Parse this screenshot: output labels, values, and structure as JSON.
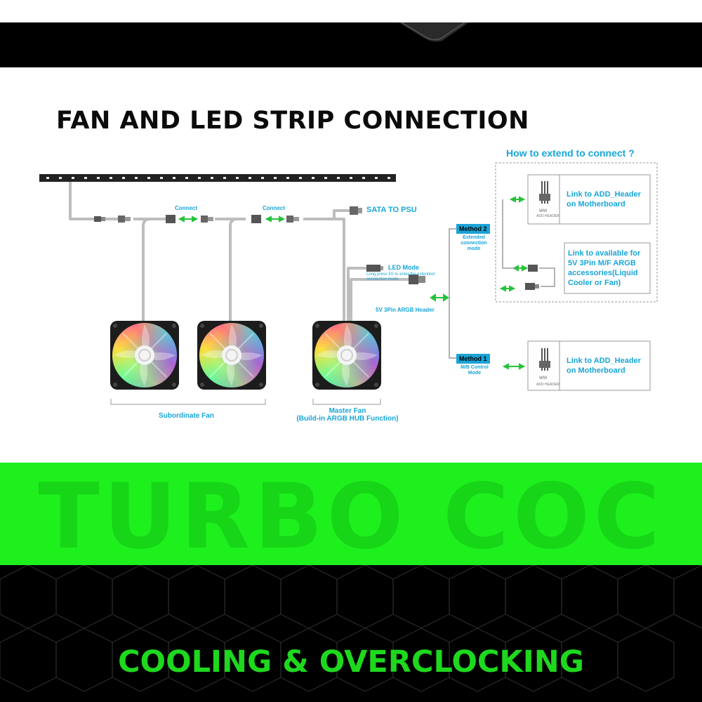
{
  "title": "FAN AND LED STRIP CONNECTION",
  "extend_title": "How to extend to connect ?",
  "connect_label": "Connect",
  "sata_label": "SATA TO PSU",
  "led_mode_label": "LED Mode",
  "led_mode_note": "Long press 5S to enter the extended connection mode",
  "argb_header_label": "5V 3Pin ARGB Header",
  "method2": {
    "tag": "Method 2",
    "sub": "Extended connection mode"
  },
  "method1": {
    "tag": "Method 1",
    "sub": "M/B Control Mode"
  },
  "box_add_header_1": "Link to ADD_Header on Motherboard",
  "box_accessories": "Link to available for 5V 3Pin M/F ARGB accessories(Liquid Cooler or Fan)",
  "box_add_header_2": "Link to ADD_Header on Motherboard",
  "header_caption": "ADD HEADER",
  "subordinate_fan_label": "Subordinate Fan",
  "master_fan_label": "Master Fan",
  "master_fan_sub": "(Build-in ARGB HUB Function)",
  "watermark": "TURBO COC",
  "slogan": "COOLING & OVERCLOCKING",
  "colors": {
    "accent_blue": "#17a6d8",
    "green": "#1ef01e",
    "slogan_green": "#1ed81e"
  }
}
